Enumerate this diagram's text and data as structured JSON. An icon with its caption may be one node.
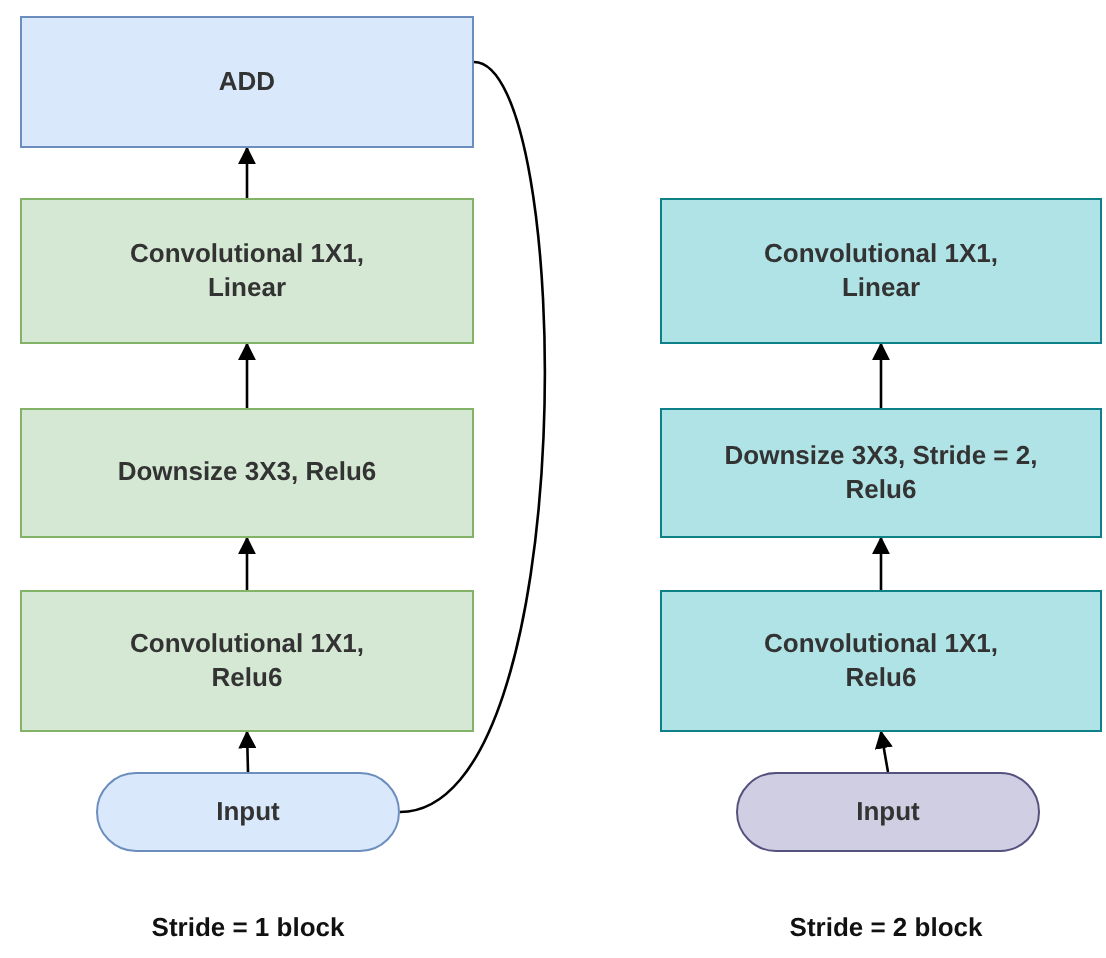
{
  "diagram": {
    "nodes": [
      {
        "text": [
          "ADD"
        ]
      },
      {
        "text": [
          "Convolutional 1X1, Linear"
        ]
      },
      {
        "text": [
          "Downsize 3X3, Relu6"
        ]
      },
      {
        "text": [
          "Convolutional 1X1, Relu6"
        ]
      },
      {
        "text": [
          "Input"
        ]
      },
      {
        "text": [
          "Convolutional 1X1, Linear"
        ]
      },
      {
        "text": [
          "Downsize 3X3, Stride = 2, Relu6"
        ]
      },
      {
        "text": [
          "Convolutional 1X1, Relu6"
        ]
      },
      {
        "text": [
          "Input"
        ]
      }
    ],
    "edges": [
      {
        "from": 4,
        "to": 3,
        "arrow": "to"
      },
      {
        "from": 3,
        "to": 2,
        "arrow": "to"
      },
      {
        "from": 2,
        "to": 1,
        "arrow": "to"
      },
      {
        "from": 1,
        "to": 0,
        "arrow": "to"
      },
      {
        "from": 4,
        "to": 0,
        "arrow": "none"
      },
      {
        "from": 8,
        "to": 7,
        "arrow": "to"
      },
      {
        "from": 7,
        "to": 6,
        "arrow": "to"
      },
      {
        "from": 6,
        "to": 5,
        "arrow": "to"
      }
    ],
    "labels": [
      "Stride = 1 block",
      "Stride = 2 block"
    ]
  }
}
